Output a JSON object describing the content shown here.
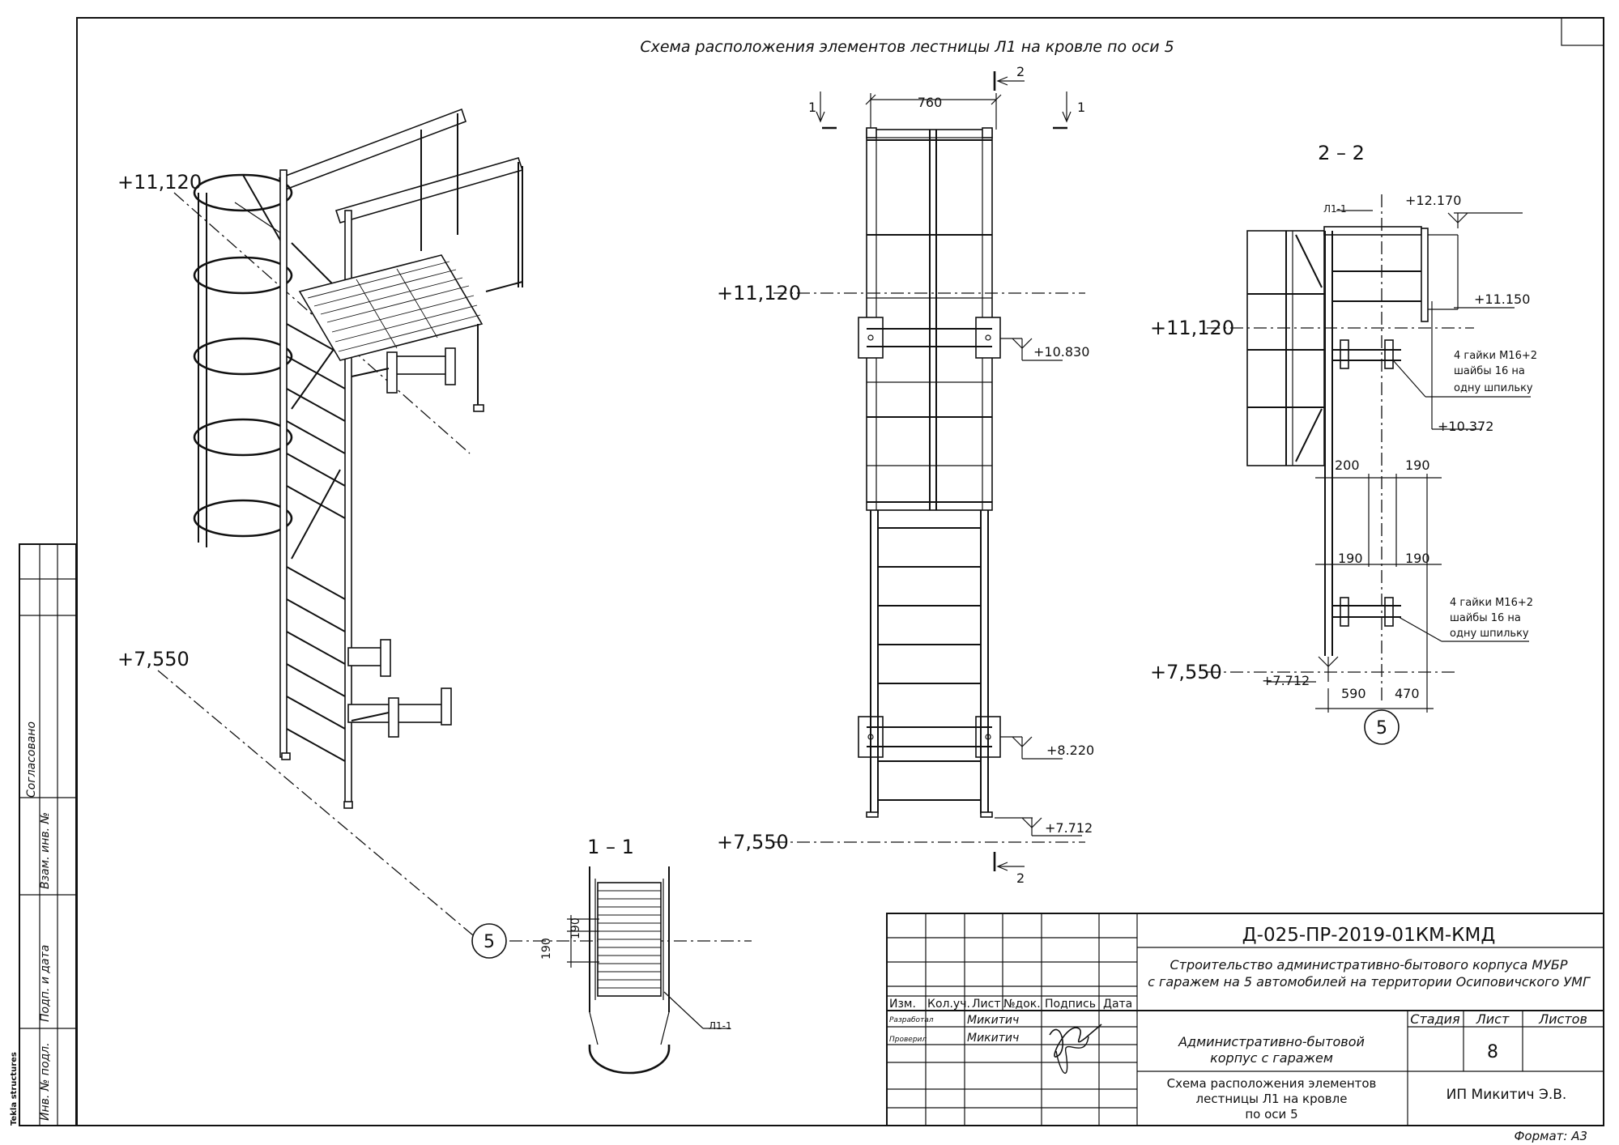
{
  "drawing": {
    "title": "Схема расположения элементов лестницы Л1 на кровле по оси 5",
    "software": "Tekla structures",
    "elevations": {
      "top": "+11,120",
      "bottom": "+7,550",
      "e_10830": "+10.830",
      "e_8220": "+8.220",
      "e_7712": "+7.712",
      "e_12170": "+12.170",
      "e_11150": "+11.150",
      "e_10372": "+10.372"
    },
    "dims": {
      "width_760": "760",
      "d200": "200",
      "d190": "190",
      "d590": "590",
      "d470": "470"
    },
    "section_marks": {
      "s1": "1",
      "s2": "2"
    },
    "section_titles": {
      "sec11": "1 – 1",
      "sec22": "2 – 2"
    },
    "axis": "5",
    "part_mark": "Л1-1",
    "notes": {
      "nut_line1": "4 гайки М16+2",
      "nut_line2": "шайбы 16 на",
      "nut_line3": "одну шпильку"
    }
  },
  "stamp": {
    "code": "Д-025-ПР-2019-01КМ-КМД",
    "project_line1": "Строительство административно-бытового корпуса МУБР",
    "project_line2": "с гаражем на 5 автомобилей на территории Осиповичского УМГ",
    "headers": {
      "izm": "Изм.",
      "kol": "Кол.уч.",
      "list": "Лист",
      "ndok": "№док.",
      "podp": "Подпись",
      "data": "Дата"
    },
    "roles": {
      "developed": "Разработал",
      "checked": "Проверил"
    },
    "people": {
      "developer": "Микитич",
      "checker": "Микитич"
    },
    "building_line1": "Административно-бытовой",
    "building_line2": "корпус с гаражем",
    "sheet_title_line1": "Схема расположения элементов",
    "sheet_title_line2": "лестницы Л1 на кровле",
    "sheet_title_line3": "по оси 5",
    "col_stage": "Стадия",
    "col_sheet": "Лист",
    "col_sheets": "Листов",
    "sheet_number": "8",
    "company": "ИП Микитич Э.В.",
    "format": "Формат: А3"
  },
  "side_stamp": {
    "agreed": "Согласовано",
    "vzam": "Взам. инв. №",
    "podp_data": "Подп. и дата",
    "inv": "Инв. № подл."
  }
}
